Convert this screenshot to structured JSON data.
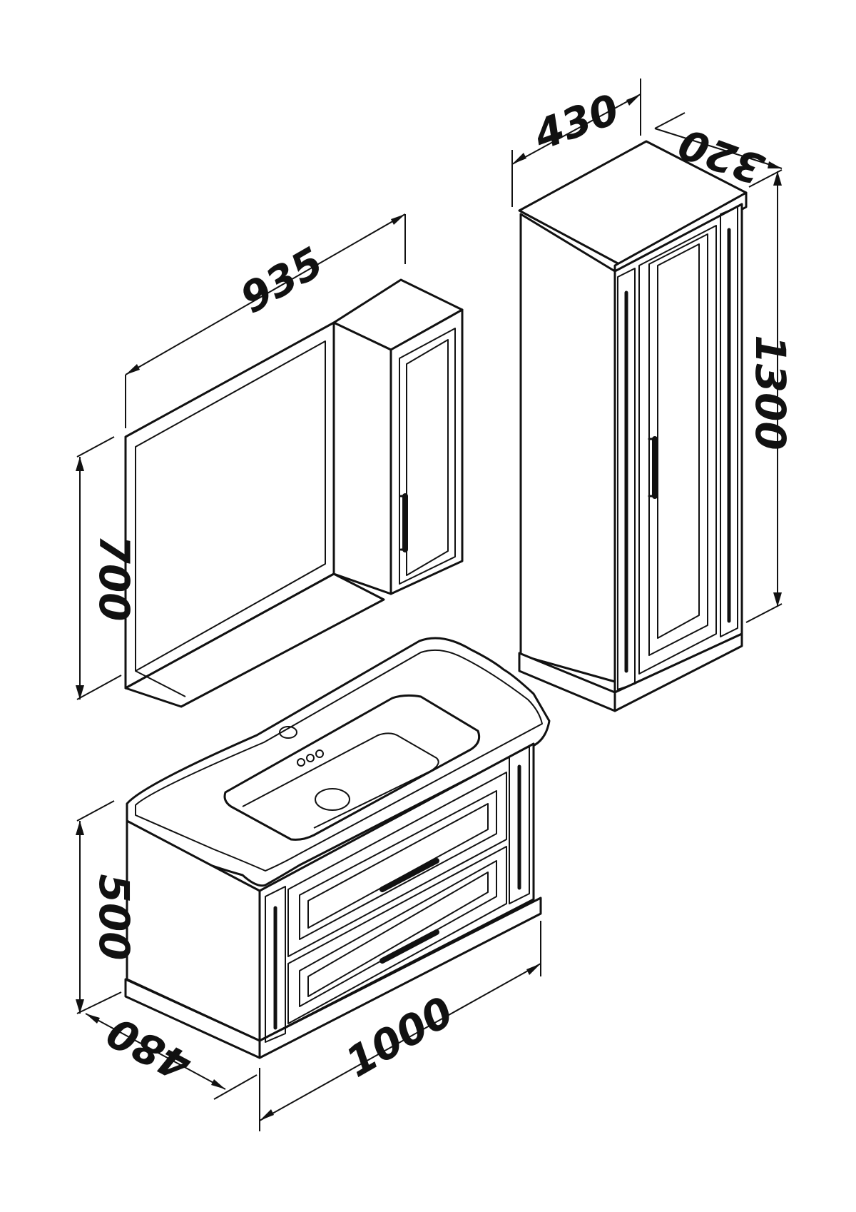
{
  "diagram": {
    "subject": "bathroom furniture set",
    "units": "mm",
    "colors": {
      "line": "#111111",
      "background": "#ffffff"
    },
    "components": [
      {
        "id": "mirror-cabinet",
        "dimensions": {
          "width": "935",
          "height": "700"
        }
      },
      {
        "id": "tall-column-cabinet",
        "dimensions": {
          "width": "430",
          "depth": "320",
          "height": "1300"
        }
      },
      {
        "id": "vanity-unit",
        "dimensions": {
          "width": "1000",
          "depth": "480",
          "height": "500"
        }
      }
    ]
  }
}
